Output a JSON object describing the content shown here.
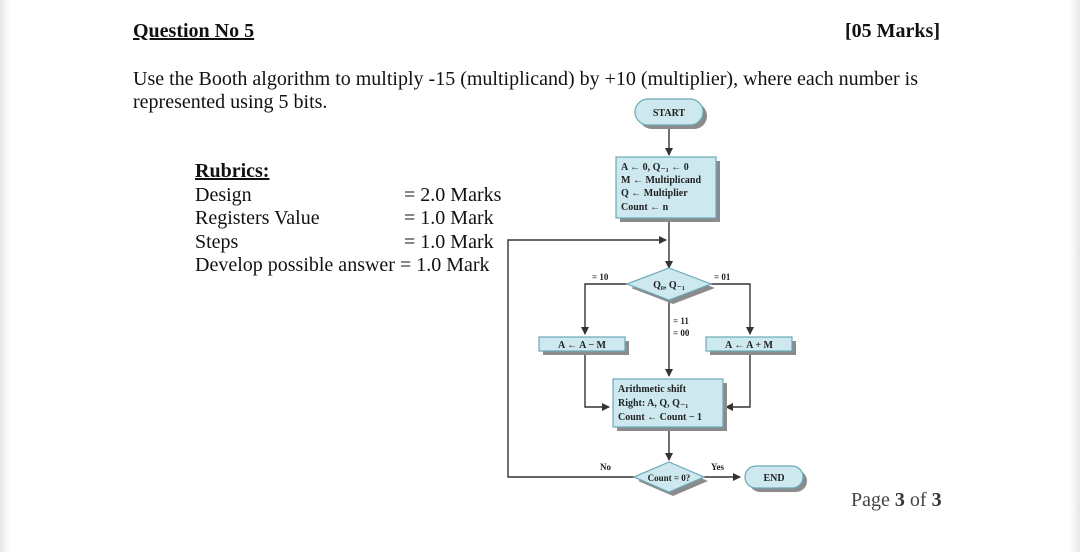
{
  "header": {
    "question_title": "Question No 5",
    "marks": "[05 Marks]"
  },
  "question": {
    "text": "Use the Booth algorithm to multiply -15 (multiplicand) by +10 (multiplier), where each number is represented using 5 bits."
  },
  "rubrics": {
    "heading": "Rubrics:",
    "items": [
      {
        "label": "Design",
        "value": "= 2.0 Marks"
      },
      {
        "label": "Registers Value",
        "value": "= 1.0 Mark"
      },
      {
        "label": "Steps",
        "value": "= 1.0 Mark"
      },
      {
        "label": "Develop possible answer",
        "value": "= 1.0 Mark"
      }
    ]
  },
  "flowchart": {
    "start": "START",
    "init_lines": [
      "A ← 0, Q₋₁ ← 0",
      "M ← Multiplicand",
      "Q ← Multiplier",
      "Count ← n"
    ],
    "decision_q": "Q₀, Q₋₁",
    "label_10": "= 10",
    "label_01": "= 01",
    "label_11": "= 11",
    "label_00": "= 00",
    "sub_box": "A ← A − M",
    "add_box": "A ← A + M",
    "shift_lines": [
      "Arithmetic shift",
      "Right: A, Q, Q₋₁",
      "Count ← Count − 1"
    ],
    "decision_count": "Count = 0?",
    "no_label": "No",
    "yes_label": "Yes",
    "end": "END"
  },
  "footer": {
    "page_prefix": "Page",
    "page_current": "3",
    "page_of": "of",
    "page_total": "3"
  },
  "colors": {
    "box_fill": "#cde9ef",
    "box_border": "#6aa9b8",
    "shadow": "#8b8b8b",
    "line": "#333333"
  }
}
